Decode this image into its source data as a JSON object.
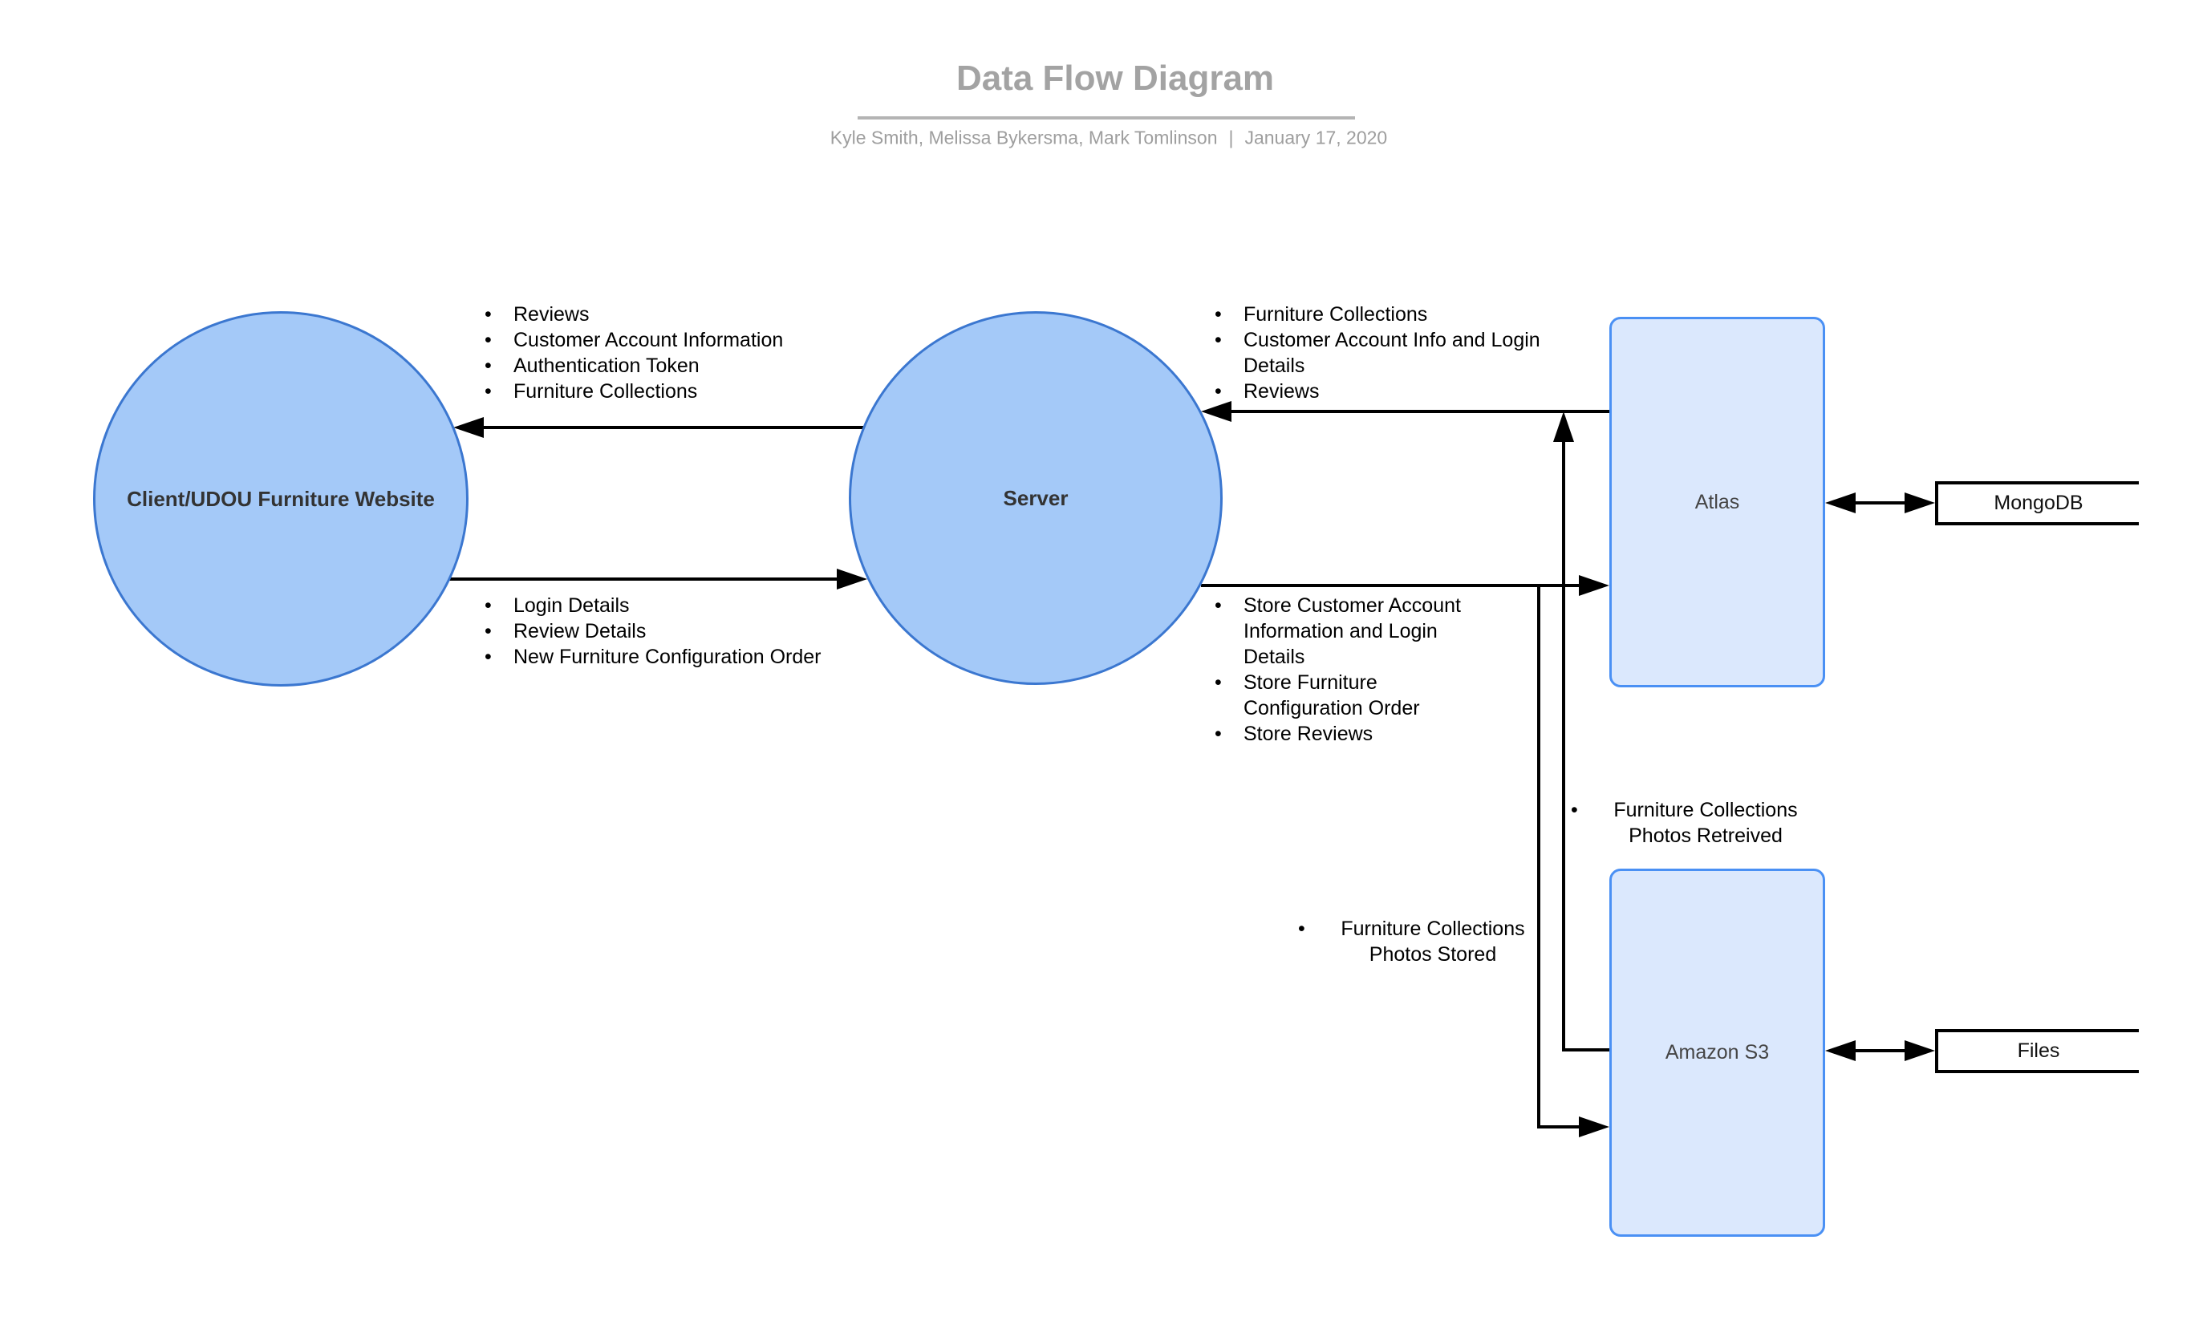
{
  "header": {
    "title": "Data Flow Diagram",
    "authors": "Kyle Smith, Melissa Bykersma, Mark Tomlinson",
    "separator": "|",
    "date": "January 17, 2020"
  },
  "nodes": {
    "client": {
      "label": "Client/UDOU Furniture Website",
      "shape": "circle"
    },
    "server": {
      "label": "Server",
      "shape": "circle"
    },
    "atlas": {
      "label": "Atlas",
      "shape": "rounded-rectangle"
    },
    "amazon_s3": {
      "label": "Amazon S3",
      "shape": "rounded-rectangle"
    },
    "mongodb": {
      "label": "MongoDB",
      "shape": "open-rectangle"
    },
    "files": {
      "label": "Files",
      "shape": "open-rectangle"
    }
  },
  "flows": {
    "server_to_client": {
      "from": "Server",
      "to": "Client/UDOU Furniture Website",
      "items": [
        "Reviews",
        "Customer Account Information",
        "Authentication Token",
        "Furniture Collections"
      ]
    },
    "client_to_server": {
      "from": "Client/UDOU Furniture Website",
      "to": "Server",
      "items": [
        "Login Details",
        "Review Details",
        "New Furniture Configuration Order"
      ]
    },
    "atlas_to_server": {
      "from": "Atlas",
      "to": "Server",
      "items": [
        "Furniture Collections",
        "Customer Account Info and Login Details",
        "Reviews"
      ]
    },
    "server_to_atlas": {
      "from": "Server",
      "to": "Atlas",
      "items": [
        "Store Customer Account Information and Login Details",
        "Store Furniture Configuration Order",
        "Store Reviews"
      ]
    },
    "s3_to_server": {
      "from": "Amazon S3",
      "to": "Server",
      "items": [
        "Furniture Collections Photos Retreived"
      ]
    },
    "server_to_s3": {
      "from": "Server",
      "to": "Amazon S3",
      "items": [
        "Furniture Collections Photos Stored"
      ]
    },
    "atlas_mongodb": {
      "between": [
        "Atlas",
        "MongoDB"
      ],
      "bidirectional": true
    },
    "s3_files": {
      "between": [
        "Amazon S3",
        "Files"
      ],
      "bidirectional": true
    }
  },
  "colors": {
    "process_fill": "#a4c9f8",
    "process_stroke": "#3b77d0",
    "datastore_fill": "#dbe8fd",
    "datastore_stroke": "#4a90f4",
    "connector": "#000000",
    "title_text": "#a3a3a3",
    "subtitle_text": "#9e9e9e"
  }
}
